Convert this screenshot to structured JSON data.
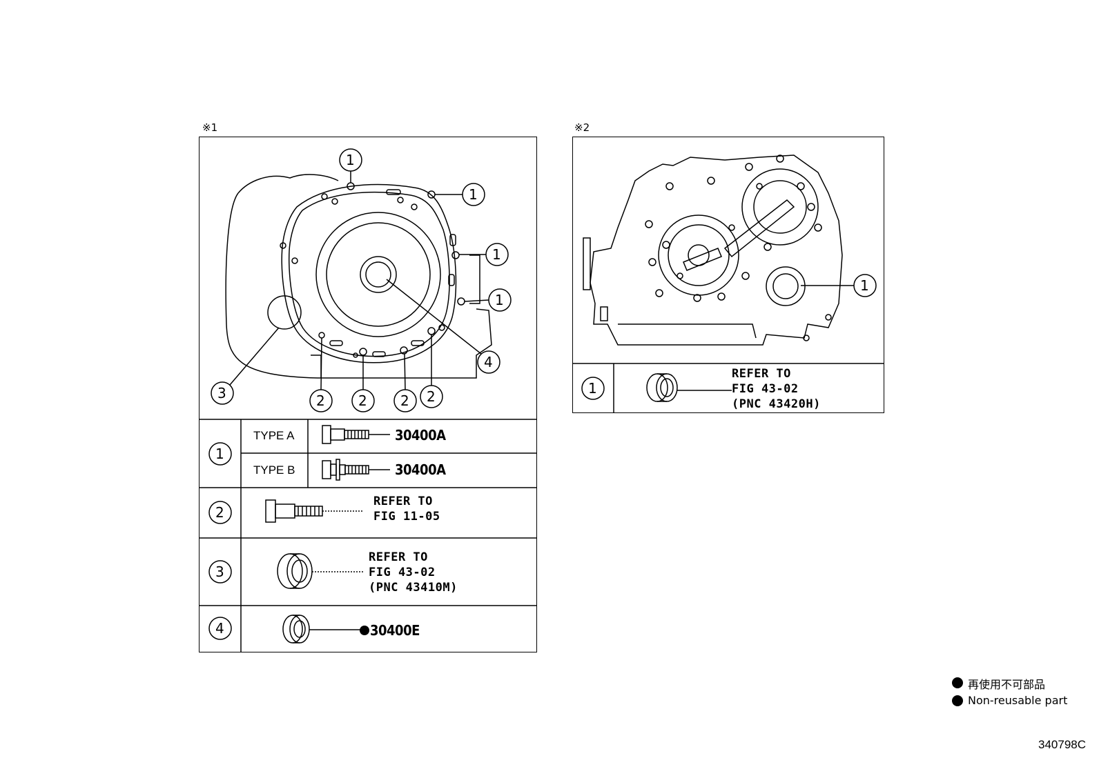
{
  "figures": [
    {
      "marker": "※1",
      "callouts": [
        "1",
        "1",
        "1",
        "1",
        "2",
        "2",
        "2",
        "2",
        "3",
        "4"
      ],
      "table": [
        {
          "ref": "1",
          "rows": [
            {
              "type_label": "TYPE A",
              "part": "30400A"
            },
            {
              "type_label": "TYPE B",
              "part": "30400A"
            }
          ]
        },
        {
          "ref": "2",
          "text": "REFER TO\nFIG 11-05"
        },
        {
          "ref": "3",
          "text": "REFER TO\nFIG 43-02\n(PNC 43410M)"
        },
        {
          "ref": "4",
          "part": "30400E",
          "non_reusable": true
        }
      ]
    },
    {
      "marker": "※2",
      "callouts": [
        "1"
      ],
      "table": [
        {
          "ref": "1",
          "text": "REFER TO\nFIG 43-02\n(PNC 43420H)"
        }
      ]
    }
  ],
  "legend": {
    "line1": "再使用不可部品",
    "line2": "Non-reusable part"
  },
  "illustration_id": "340798C"
}
